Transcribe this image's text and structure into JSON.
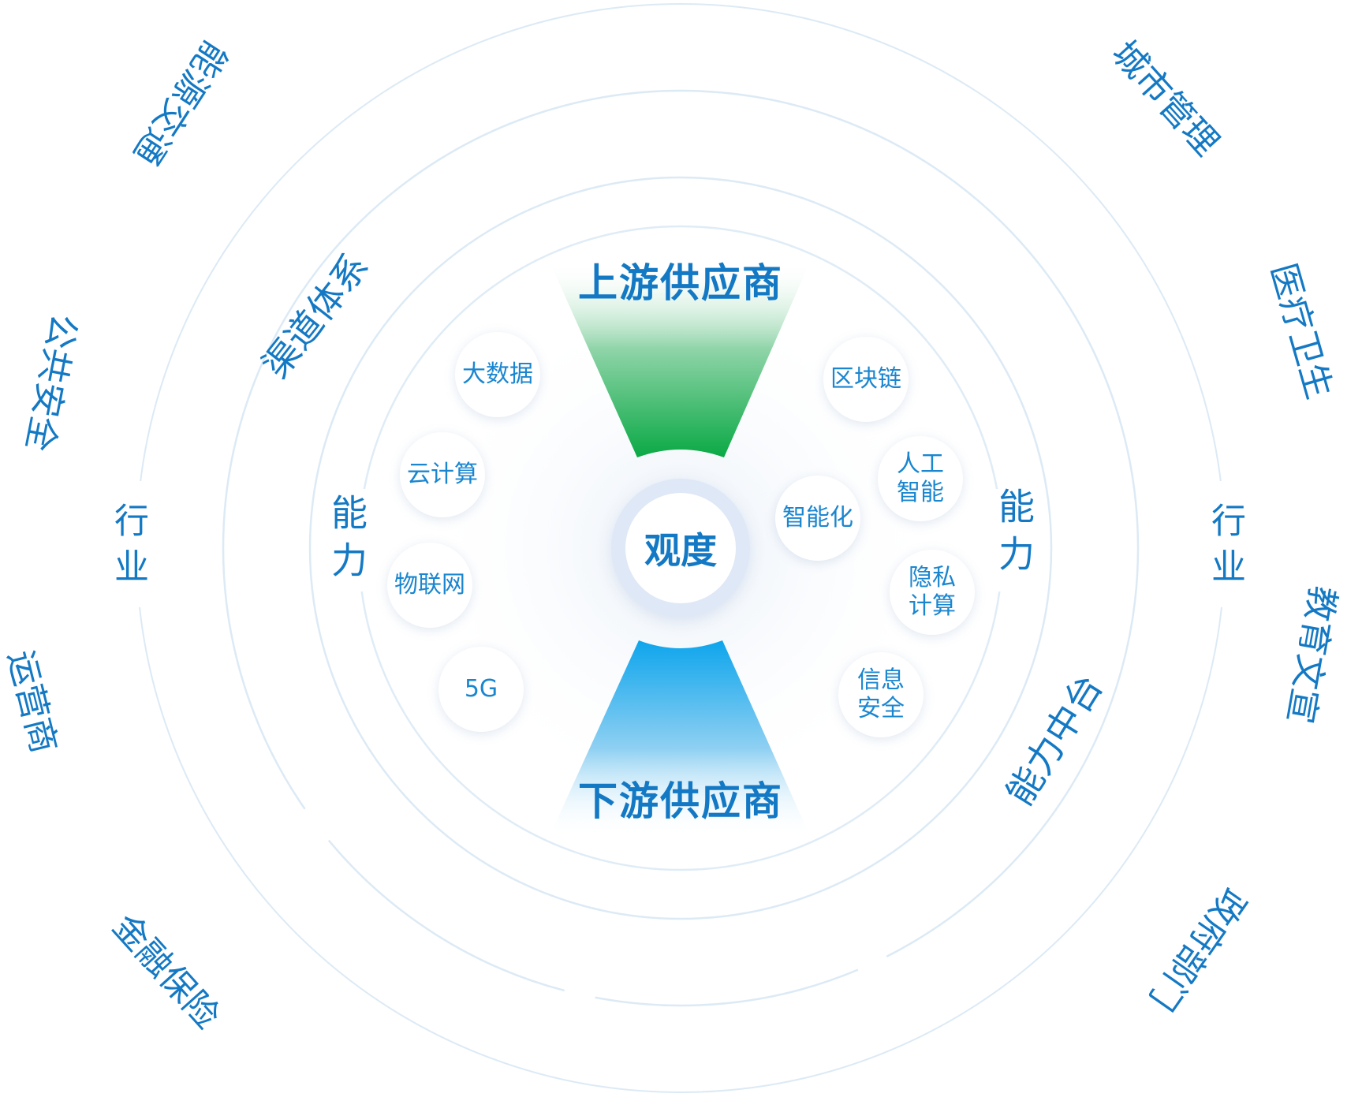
{
  "center": {
    "label": "观度"
  },
  "upstream": {
    "label": "上游供应商",
    "color": "#0aa945"
  },
  "downstream": {
    "label": "下游供应商",
    "color": "#0ea5ec"
  },
  "capability_left": "能力",
  "capability_right": "能力",
  "capability_platform": "能力中台",
  "channel_system": "渠道体系",
  "industry_left": "行业",
  "industry_right": "行业",
  "tech_left": [
    "大数据",
    "云计算",
    "物联网",
    "5G"
  ],
  "tech_right": [
    "区块链",
    "人工\n智能",
    "智能化",
    "隐私\n计算",
    "信息\n安全"
  ],
  "industries": [
    "能源交通",
    "公共安全",
    "运营商",
    "金融保险",
    "城市管理",
    "医疗卫生",
    "教育文宣",
    "政府部门"
  ],
  "colors": {
    "text": "#1479c4",
    "ring": "#dceaf5",
    "bubble_text": "#1a86d0"
  }
}
